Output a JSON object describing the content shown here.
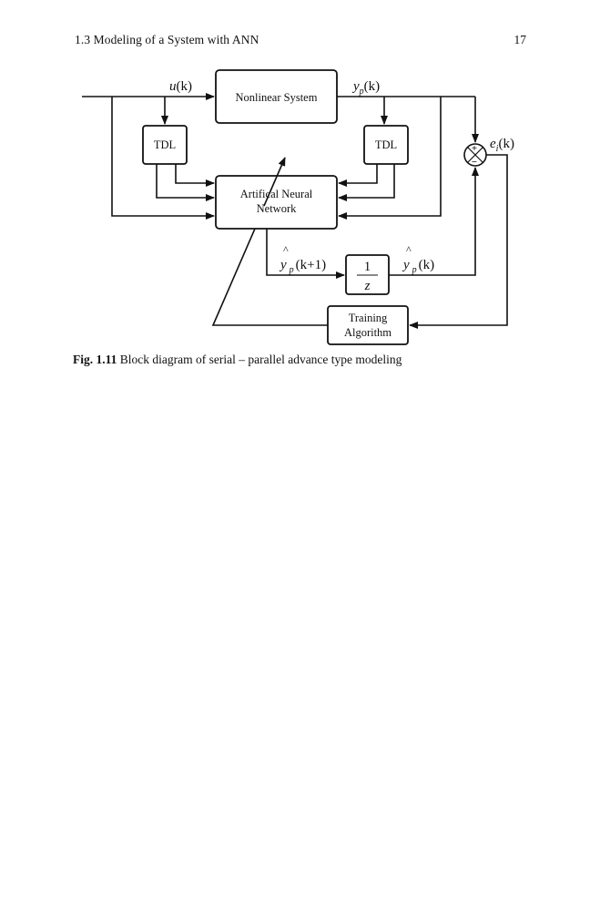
{
  "header": {
    "running_head": "1.3   Modeling of a System with ANN",
    "page_number": "17"
  },
  "figure": {
    "blocks": {
      "nonlinear_system": "Nonlinear System",
      "tdl_left": "TDL",
      "tdl_right": "TDL",
      "ann_line1": "Artifical Neural",
      "ann_line2": "Network",
      "delay_num": "1",
      "delay_den": "z",
      "training_line1": "Training",
      "training_line2": "Algorithm"
    },
    "signals": {
      "u_sym": "u",
      "u_arg": "(k)",
      "yp_sym": "y",
      "yp_sub": "p",
      "yp_arg": "(k)",
      "yhat_next_hat": "^",
      "yhat_next_sym": "y",
      "yhat_next_sub": "p",
      "yhat_next_arg": "(k+1)",
      "yhat_hat": "^",
      "yhat_sym": "y",
      "yhat_sub": "p",
      "yhat_arg": "(k)",
      "error_sym": "e",
      "error_sub": "i",
      "error_arg": "(k)",
      "sum_plus": "+",
      "sum_minus": "−"
    }
  },
  "caption": {
    "label": "Fig. 1.11",
    "text": " Block diagram of serial – parallel advance type modeling"
  }
}
